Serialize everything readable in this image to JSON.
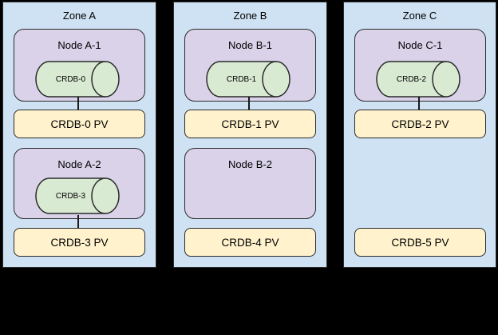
{
  "diagram": {
    "description": "CockroachDB pods, nodes and persistent volumes across three availability zones",
    "background_color": "#000000",
    "zone_fill": "#cfe2f3",
    "node_fill": "#d9d2e9",
    "pod_fill": "#d9ead3",
    "pv_fill": "#fff2cc",
    "stroke_color": "#2b2b2b",
    "zones": [
      {
        "title": "Zone A",
        "nodes": [
          {
            "label": "Node A-1",
            "pod": "CRDB-0"
          },
          {
            "label": "Node A-2",
            "pod": "CRDB-3"
          }
        ],
        "pvs": [
          "CRDB-0 PV",
          "CRDB-3 PV"
        ]
      },
      {
        "title": "Zone B",
        "nodes": [
          {
            "label": "Node B-1",
            "pod": "CRDB-1"
          },
          {
            "label": "Node B-2"
          }
        ],
        "pvs": [
          "CRDB-1 PV",
          "CRDB-4 PV"
        ]
      },
      {
        "title": "Zone C",
        "nodes": [
          {
            "label": "Node C-1",
            "pod": "CRDB-2"
          }
        ],
        "pvs": [
          "CRDB-2 PV",
          "CRDB-5 PV"
        ]
      }
    ]
  }
}
